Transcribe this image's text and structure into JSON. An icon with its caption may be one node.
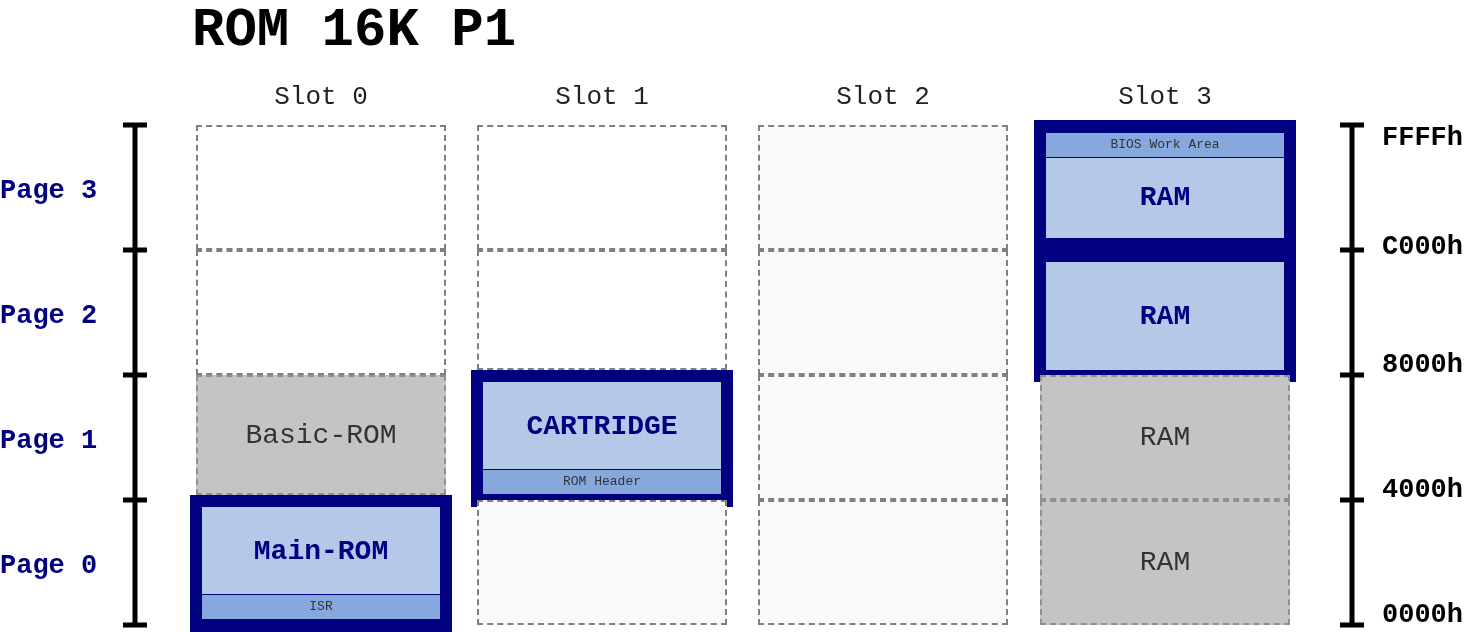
{
  "diagram": {
    "title": "ROM 16K P1",
    "nodes": [
      {
        "text": [],
        "shape": "box"
      },
      {
        "text": [],
        "shape": "box"
      },
      {
        "text": [],
        "shape": "box"
      },
      {
        "text": [
          "BIOS Work Area",
          "RAM"
        ]
      },
      {
        "text": [],
        "shape": "box"
      },
      {
        "text": [],
        "shape": "box"
      },
      {
        "text": [],
        "shape": "box"
      },
      {
        "text": [
          "RAM"
        ]
      },
      {
        "text": [
          "Basic-ROM"
        ]
      },
      {
        "text": [
          "CARTRIDGE",
          "ROM Header"
        ]
      },
      {
        "text": [],
        "shape": "box"
      },
      {
        "text": [
          "RAM"
        ]
      },
      {
        "text": [
          "Main-ROM",
          "ISR"
        ]
      },
      {
        "text": [],
        "shape": "box"
      },
      {
        "text": [],
        "shape": "box"
      },
      {
        "text": [
          "RAM"
        ]
      }
    ],
    "edges": [],
    "labels": [
      "Slot 0",
      "Slot 1",
      "Slot 2",
      "Slot 3",
      "Page 3",
      "FFFFh",
      "C000h",
      "Page 2",
      "8000h",
      "Page 1",
      "4000h",
      "Page 0",
      "0000h"
    ]
  }
}
